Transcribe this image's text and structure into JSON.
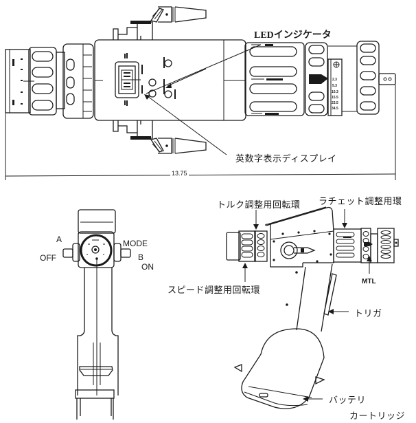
{
  "figure": {
    "top_view": {
      "callouts": {
        "led_indicator": "LEDインジケータ",
        "alphanumeric_display": "英数字表示ディスプレイ"
      },
      "dimension": "13.75",
      "scale_marks": [
        "2.3",
        "5.3",
        "10.3",
        "15.5",
        "23.5",
        "34.5"
      ]
    },
    "rear_view": {
      "labels": {
        "a": "A",
        "off": "OFF",
        "mode": "MODE",
        "b": "B",
        "on": "ON"
      }
    },
    "side_view": {
      "callouts": {
        "torque_ring": "トルク調整用回転環",
        "ratchet_ring": "ラチェット調整用環",
        "speed_ring": "スピード調整用回転環",
        "mtl": "MTL",
        "trigger": "トリガ",
        "battery_line1": "バッテリ",
        "battery_line2": "カートリッジ"
      }
    }
  }
}
